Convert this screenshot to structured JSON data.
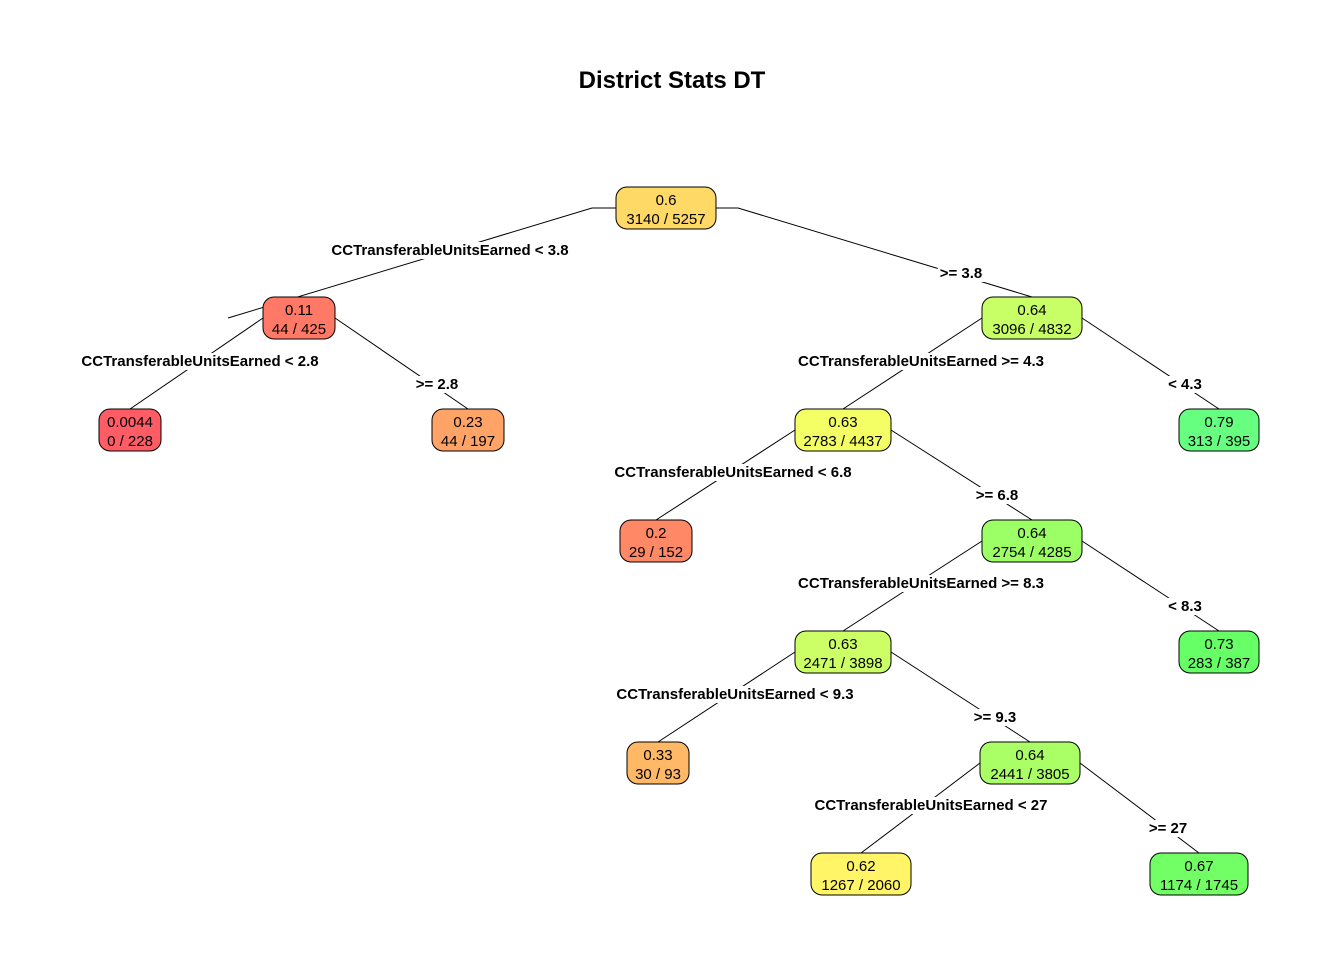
{
  "title": "District Stats DT",
  "nodes": [
    {
      "id": "n1",
      "value": "0.6",
      "counts": "3140 / 5257",
      "color": "#FFD966"
    },
    {
      "id": "n2",
      "value": "0.11",
      "counts": "44 / 425",
      "color": "#FF7966"
    },
    {
      "id": "n3",
      "value": "0.64",
      "counts": "3096 / 4832",
      "color": "#C9FF66"
    },
    {
      "id": "n4",
      "value": "0.0044",
      "counts": "0 / 228",
      "color": "#FF5C66"
    },
    {
      "id": "n5",
      "value": "0.23",
      "counts": "44 / 197",
      "color": "#FFA466"
    },
    {
      "id": "n6",
      "value": "0.63",
      "counts": "2783 / 4437",
      "color": "#F4FF66"
    },
    {
      "id": "n7",
      "value": "0.79",
      "counts": "313 / 395",
      "color": "#66FF80"
    },
    {
      "id": "n8",
      "value": "0.2",
      "counts": "29 / 152",
      "color": "#FF8966"
    },
    {
      "id": "n9",
      "value": "0.64",
      "counts": "2754 / 4285",
      "color": "#9DFF66"
    },
    {
      "id": "n10",
      "value": "0.63",
      "counts": "2471 / 3898",
      "color": "#CCFF66"
    },
    {
      "id": "n11",
      "value": "0.73",
      "counts": "283 / 387",
      "color": "#66FF66"
    },
    {
      "id": "n12",
      "value": "0.33",
      "counts": "30 / 93",
      "color": "#FFB866"
    },
    {
      "id": "n13",
      "value": "0.64",
      "counts": "2441 / 3805",
      "color": "#ABFF66"
    },
    {
      "id": "n14",
      "value": "0.62",
      "counts": "1267 / 2060",
      "color": "#FFF566"
    },
    {
      "id": "n15",
      "value": "0.67",
      "counts": "1174 / 1745",
      "color": "#72FF66"
    }
  ],
  "edge_labels": [
    {
      "id": "e1",
      "text": "CCTransferableUnitsEarned < 3.8"
    },
    {
      "id": "e2",
      "text": ">= 3.8"
    },
    {
      "id": "e3",
      "text": "CCTransferableUnitsEarned < 2.8"
    },
    {
      "id": "e4",
      "text": ">= 2.8"
    },
    {
      "id": "e5",
      "text": "CCTransferableUnitsEarned >= 4.3"
    },
    {
      "id": "e6",
      "text": "< 4.3"
    },
    {
      "id": "e7",
      "text": "CCTransferableUnitsEarned < 6.8"
    },
    {
      "id": "e8",
      "text": ">= 6.8"
    },
    {
      "id": "e9",
      "text": "CCTransferableUnitsEarned >= 8.3"
    },
    {
      "id": "e10",
      "text": "< 8.3"
    },
    {
      "id": "e11",
      "text": "CCTransferableUnitsEarned < 9.3"
    },
    {
      "id": "e12",
      "text": ">= 9.3"
    },
    {
      "id": "e13",
      "text": "CCTransferableUnitsEarned < 27"
    },
    {
      "id": "e14",
      "text": ">= 27"
    }
  ]
}
